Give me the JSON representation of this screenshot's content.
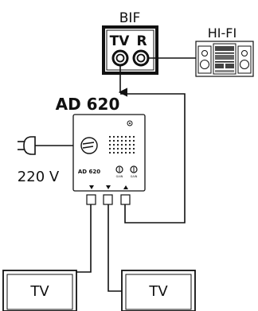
{
  "bif": {
    "title": "BIF",
    "tv_label": "TV",
    "r_label": "R"
  },
  "hifi": {
    "title": "HI-FI"
  },
  "amplifier": {
    "title": "AD 620",
    "panel_label": "AD 620",
    "knob1_label": "GAIN",
    "knob2_label": "GAIN"
  },
  "power": {
    "label": "220 V"
  },
  "tv_left": {
    "label": "TV"
  },
  "tv_right": {
    "label": "TV"
  }
}
